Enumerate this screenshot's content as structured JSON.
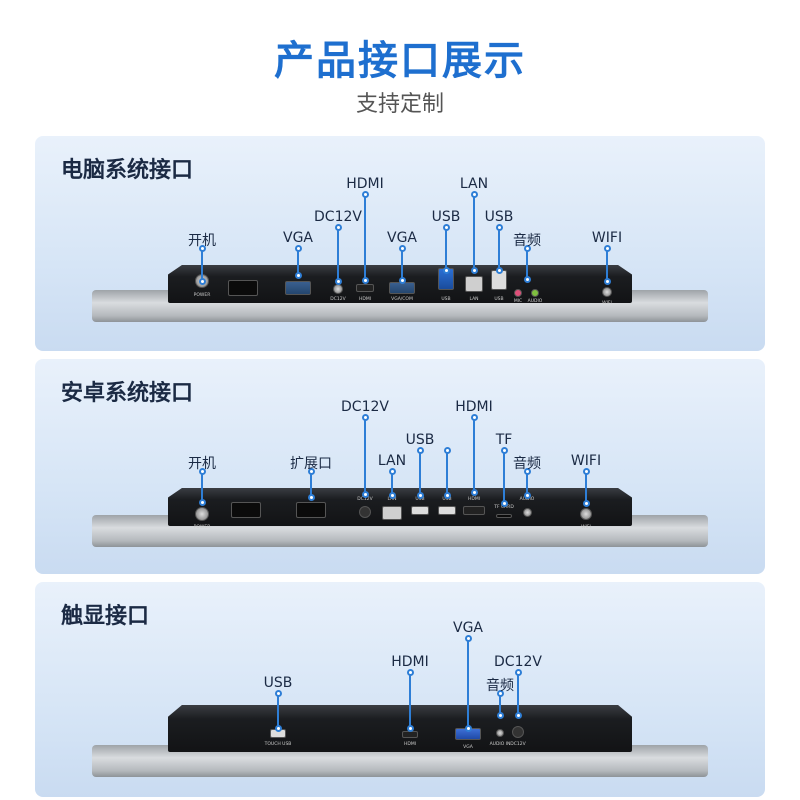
{
  "header": {
    "title": "产品接口展示",
    "subtitle": "支持定制"
  },
  "panels": [
    {
      "title": "电脑系统接口",
      "callouts": [
        {
          "label": "开机"
        },
        {
          "label": "VGA"
        },
        {
          "label": "DC12V"
        },
        {
          "label": "HDMI"
        },
        {
          "label": "VGA"
        },
        {
          "label": "USB"
        },
        {
          "label": "LAN"
        },
        {
          "label": "USB"
        },
        {
          "label": "音频"
        },
        {
          "label": "WIFI"
        }
      ],
      "ports": [
        {
          "label": "POWER"
        },
        {
          "label": ""
        },
        {
          "label": ""
        },
        {
          "label": "DC12V"
        },
        {
          "label": "HDMI"
        },
        {
          "label": "VGA/COM"
        },
        {
          "label": "USB"
        },
        {
          "label": "LAN"
        },
        {
          "label": "USB"
        },
        {
          "label": "MIC"
        },
        {
          "label": "AUDIO"
        },
        {
          "label": "WIFI"
        }
      ]
    },
    {
      "title": "安卓系统接口",
      "callouts": [
        {
          "label": "开机"
        },
        {
          "label": "扩展口"
        },
        {
          "label": "DC12V"
        },
        {
          "label": "LAN"
        },
        {
          "label": "USB"
        },
        {
          "label": ""
        },
        {
          "label": "HDMI"
        },
        {
          "label": "TF"
        },
        {
          "label": "音频"
        },
        {
          "label": "WIFI"
        }
      ],
      "ports": [
        {
          "label": "POWER"
        },
        {
          "label": ""
        },
        {
          "label": ""
        },
        {
          "label": "DC12V"
        },
        {
          "label": "LAN"
        },
        {
          "label": "USB"
        },
        {
          "label": "USB"
        },
        {
          "label": "HDMI"
        },
        {
          "label": "TF CARD"
        },
        {
          "label": "AUDIO"
        },
        {
          "label": "WIFI"
        }
      ]
    },
    {
      "title": "触显接口",
      "callouts": [
        {
          "label": "USB"
        },
        {
          "label": "HDMI"
        },
        {
          "label": "VGA"
        },
        {
          "label": "音频"
        },
        {
          "label": "DC12V"
        }
      ],
      "ports": [
        {
          "label": "TOUCH USB"
        },
        {
          "label": "HDMI"
        },
        {
          "label": "VGA"
        },
        {
          "label": "AUDIO IN"
        },
        {
          "label": "DC12V"
        }
      ]
    }
  ],
  "colors": {
    "accent": "#1e6fcf",
    "callout": "#2e7ed6"
  }
}
